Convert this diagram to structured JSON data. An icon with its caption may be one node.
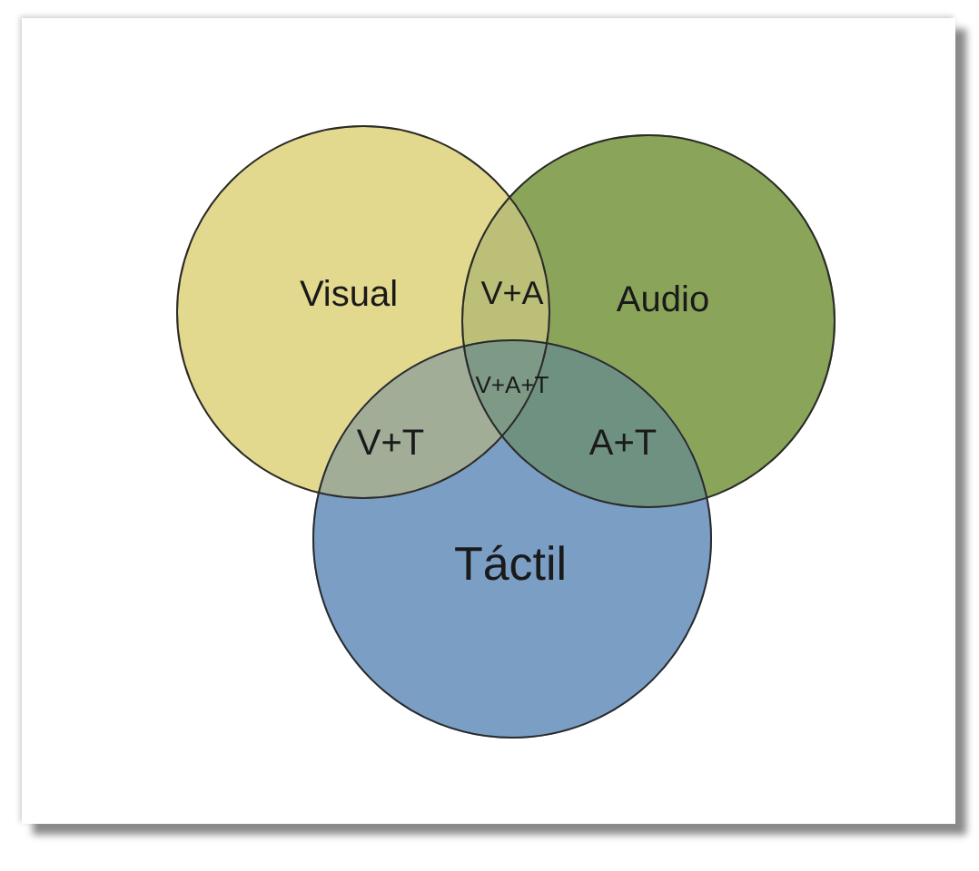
{
  "diagram": {
    "nodes": [
      {
        "text": [
          "Visual"
        ]
      },
      {
        "text": [
          "Audio"
        ]
      },
      {
        "text": [
          "Táctil"
        ]
      }
    ],
    "labels": [
      "V+A",
      "V+A+T",
      "V+T",
      "A+T"
    ]
  }
}
